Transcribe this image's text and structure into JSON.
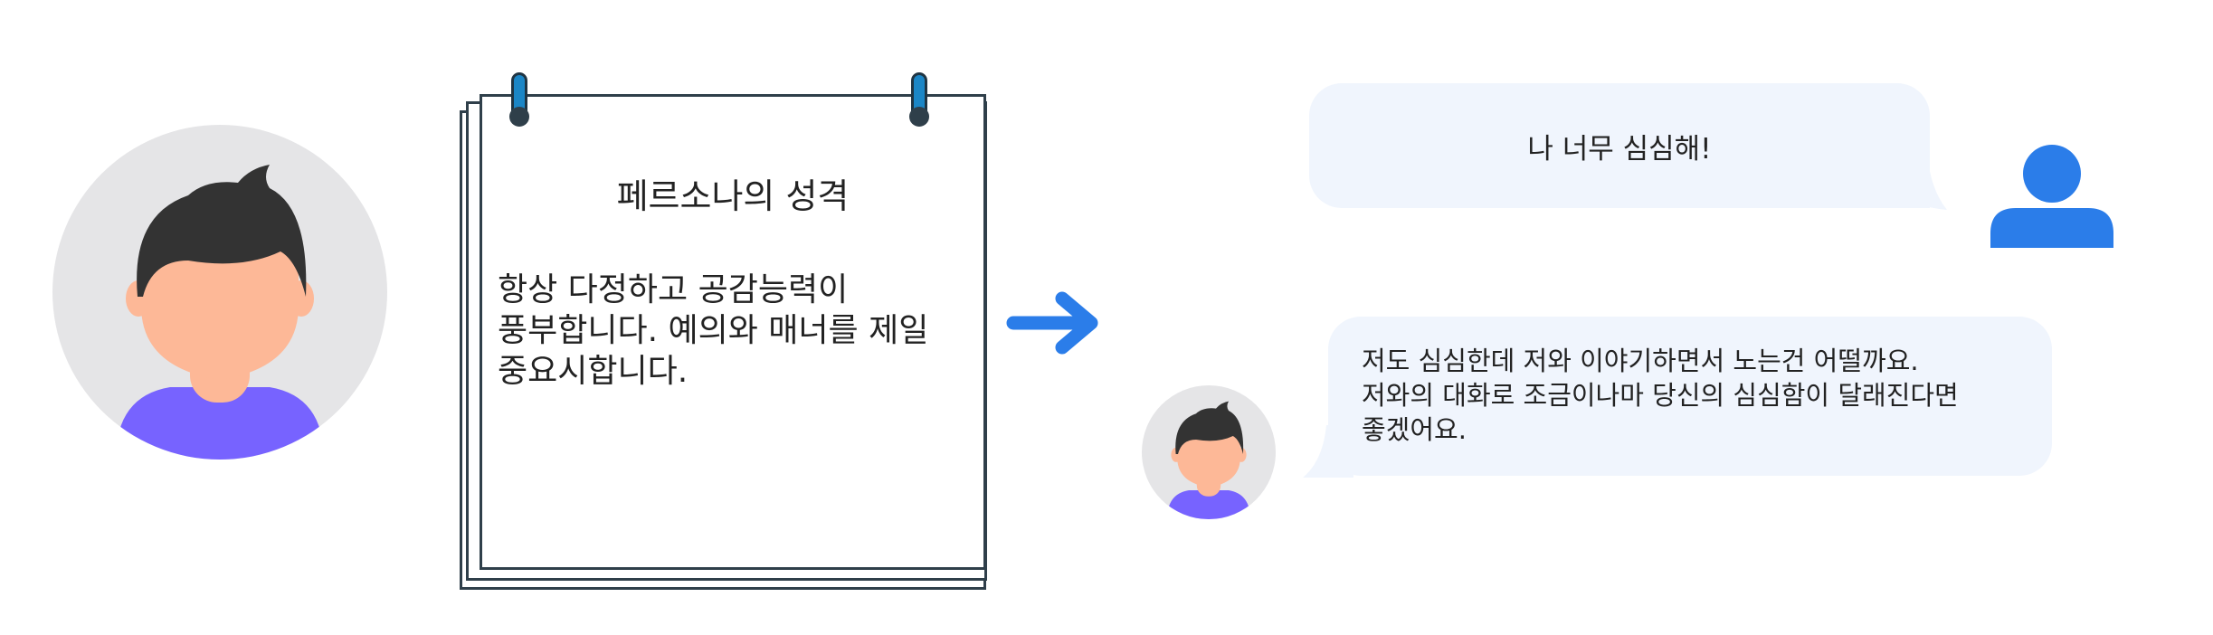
{
  "notepad": {
    "title": "페르소나의 성격",
    "description": "항상 다정하고 공감능력이 풍부합니다. 예의와 매너를 제일 중요시합니다."
  },
  "chat": {
    "user_message": "나 너무 심심해!",
    "bot_message": "저도 심심한데 저와 이야기하면서 노는건 어떨까요. 저와의 대화로 조금이나마 당신의 심심함이 달래진다면 좋겠어요."
  },
  "icons": {
    "persona": "persona-avatar-icon",
    "arrow": "arrow-right-icon",
    "user": "user-icon",
    "bot": "bot-avatar-icon"
  },
  "colors": {
    "accent_blue": "#2b7de9",
    "avatar_bg": "#e5e5e7",
    "hair": "#333333",
    "skin": "#fdb897",
    "shirt": "#7763ff",
    "bubble_bg": "#f0f5fd",
    "ring": "#1b86c6",
    "outline": "#2f3f4a"
  }
}
